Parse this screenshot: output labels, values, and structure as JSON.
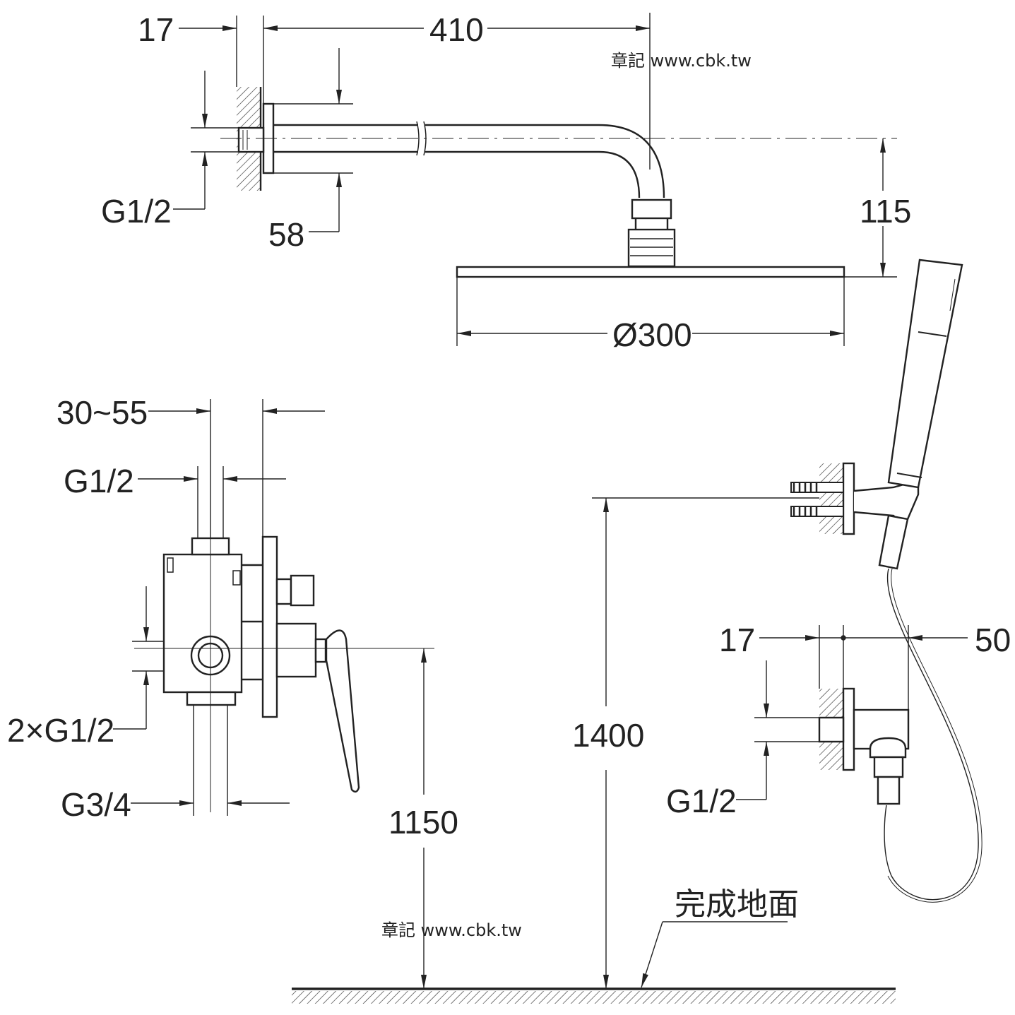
{
  "watermarks": [
    "章記 www.cbk.tw",
    "章記 www.cbk.tw"
  ],
  "shower_arm": {
    "wall_flange_thickness": "17",
    "arm_length": "410",
    "thread": "G1/2",
    "flange_diameter": "58",
    "drop_height": "115",
    "head_diameter": "Ø300"
  },
  "mixer_valve": {
    "install_depth": "30~55",
    "top_outlet": "G1/2",
    "side_inlets": "2×G1/2",
    "bottom_outlet": "G3/4",
    "valve_height": "1150"
  },
  "hand_shower": {
    "holder_height": "1400",
    "outlet_flange": "17",
    "outlet_projection": "50",
    "outlet_thread": "G1/2"
  },
  "floor_label": "完成地面"
}
